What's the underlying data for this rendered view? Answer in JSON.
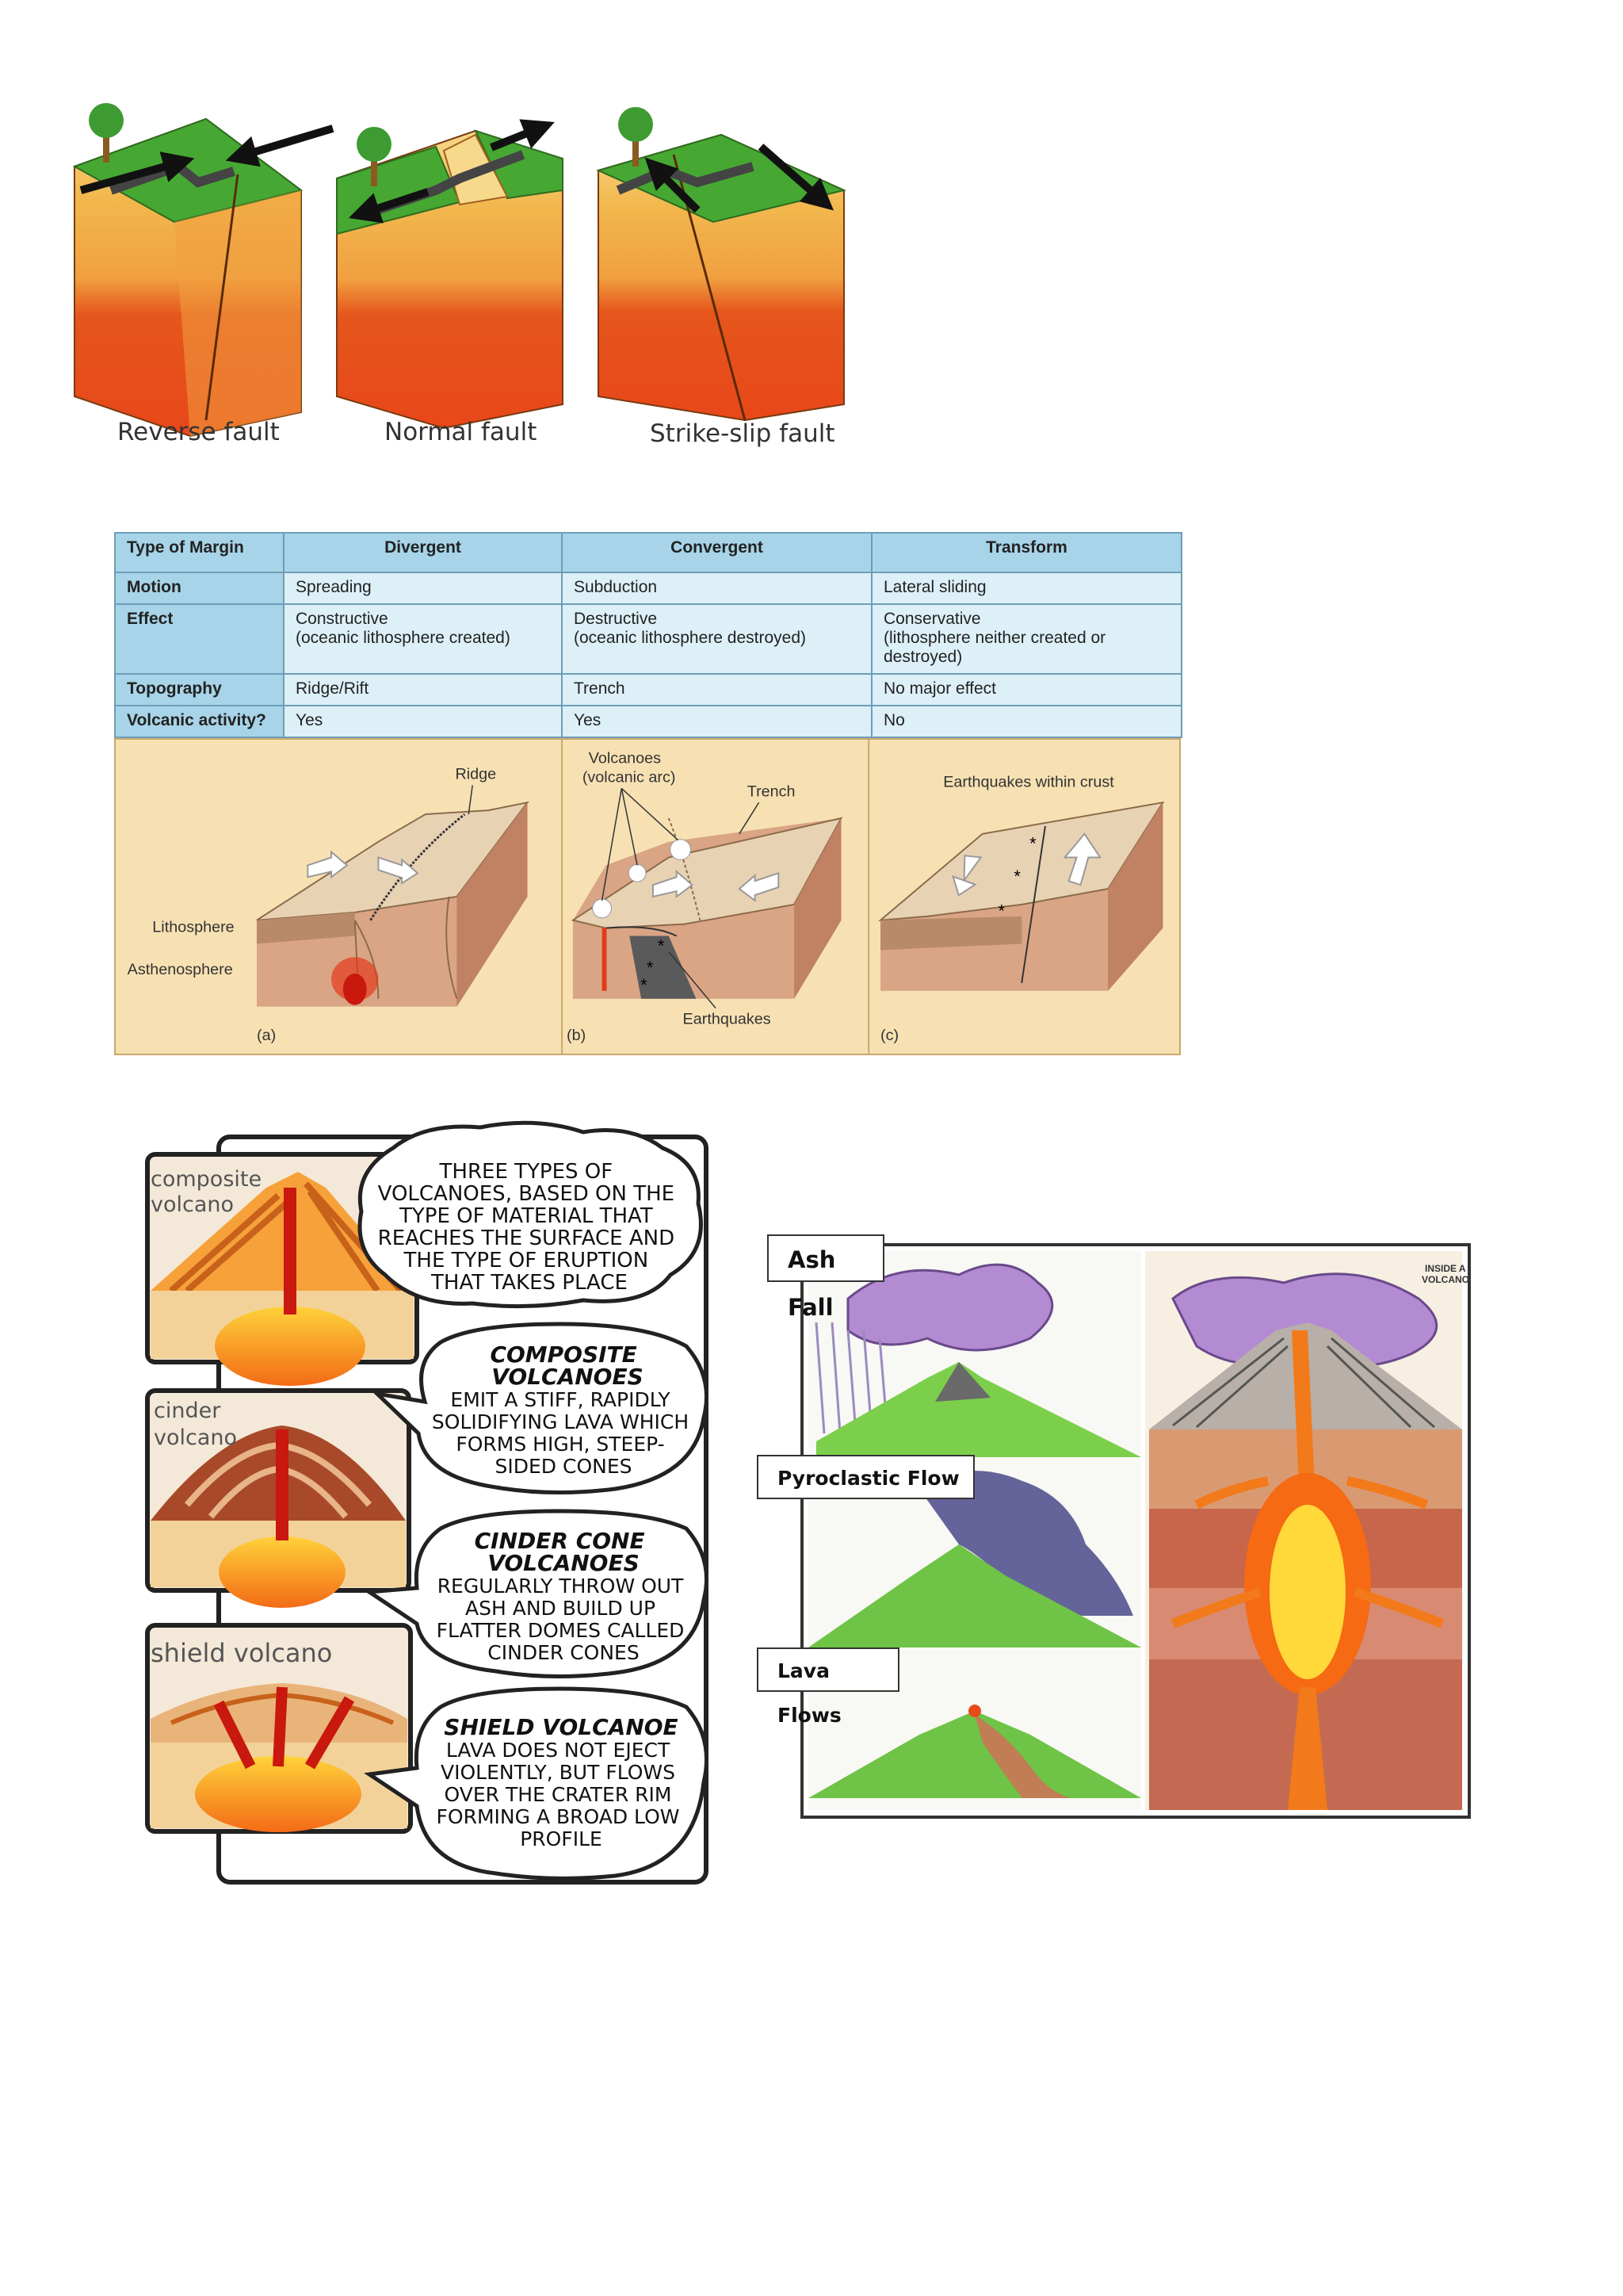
{
  "faults": {
    "labels": [
      "Reverse fault",
      "Normal fault",
      "Strike-slip fault"
    ]
  },
  "plate_table": {
    "header": [
      "Type of Margin",
      "Divergent",
      "Convergent",
      "Transform"
    ],
    "rows": [
      {
        "head": "Motion",
        "cells": [
          [
            "Spreading"
          ],
          [
            "Subduction"
          ],
          [
            "Lateral sliding"
          ]
        ]
      },
      {
        "head": "Effect",
        "cells": [
          [
            "Constructive",
            "(oceanic lithosphere created)"
          ],
          [
            "Destructive",
            "(oceanic lithosphere destroyed)"
          ],
          [
            "Conservative",
            "(lithosphere neither created or",
            "destroyed)"
          ]
        ]
      },
      {
        "head": "Topography",
        "cells": [
          [
            "Ridge/Rift"
          ],
          [
            "Trench"
          ],
          [
            "No major effect"
          ]
        ]
      },
      {
        "head": "Volcanic activity?",
        "cells": [
          [
            "Yes"
          ],
          [
            "Yes"
          ],
          [
            "No"
          ]
        ]
      }
    ],
    "diagram_labels": {
      "ridge": "Ridge",
      "lithosphere": "Lithosphere",
      "asthenosphere": "Asthenosphere",
      "panel_a": "(a)",
      "volcanoes_line1": "Volcanoes",
      "volcanoes_line2": "(volcanic arc)",
      "trench": "Trench",
      "earthquakes": "Earthquakes",
      "panel_b": "(b)",
      "earthquakes_crust": "Earthquakes within crust",
      "panel_c": "(c)"
    }
  },
  "volcano_types": {
    "composite_label": [
      "composite",
      "volcano"
    ],
    "cinder_label": [
      "cinder",
      "volcano"
    ],
    "shield_label": "shield volcano",
    "bubble_intro": [
      "THREE TYPES OF",
      "VOLCANOES, BASED ON THE",
      "TYPE OF MATERIAL THAT",
      "REACHES THE SURFACE AND",
      "THE TYPE OF ERUPTION",
      "THAT TAKES PLACE"
    ],
    "bubble_composite_title": [
      "COMPOSITE",
      "VOLCANOES"
    ],
    "bubble_composite_body": [
      "EMIT A STIFF, RAPIDLY",
      "SOLIDIFYING LAVA WHICH",
      "FORMS HIGH, STEEP-",
      "SIDED CONES"
    ],
    "bubble_cinder_title": [
      "CINDER CONE",
      "VOLCANOES"
    ],
    "bubble_cinder_body": [
      "REGULARLY THROW OUT",
      "ASH AND BUILD UP",
      "FLATTER DOMES CALLED",
      "CINDER CONES"
    ],
    "bubble_shield_title": "SHIELD VOLCANOE",
    "bubble_shield_body": [
      "LAVA DOES NOT EJECT",
      "VIOLENTLY, BUT FLOWS",
      "OVER THE CRATER RIM",
      "FORMING A BROAD LOW",
      "PROFILE"
    ]
  },
  "eruption_types": {
    "ash_fall": "Ash Fall",
    "pyroclastic_flow": "Pyroclastic Flow",
    "lava_flows": "Lava Flows",
    "inside_label": [
      "INSIDE A",
      "VOLCANO"
    ]
  }
}
